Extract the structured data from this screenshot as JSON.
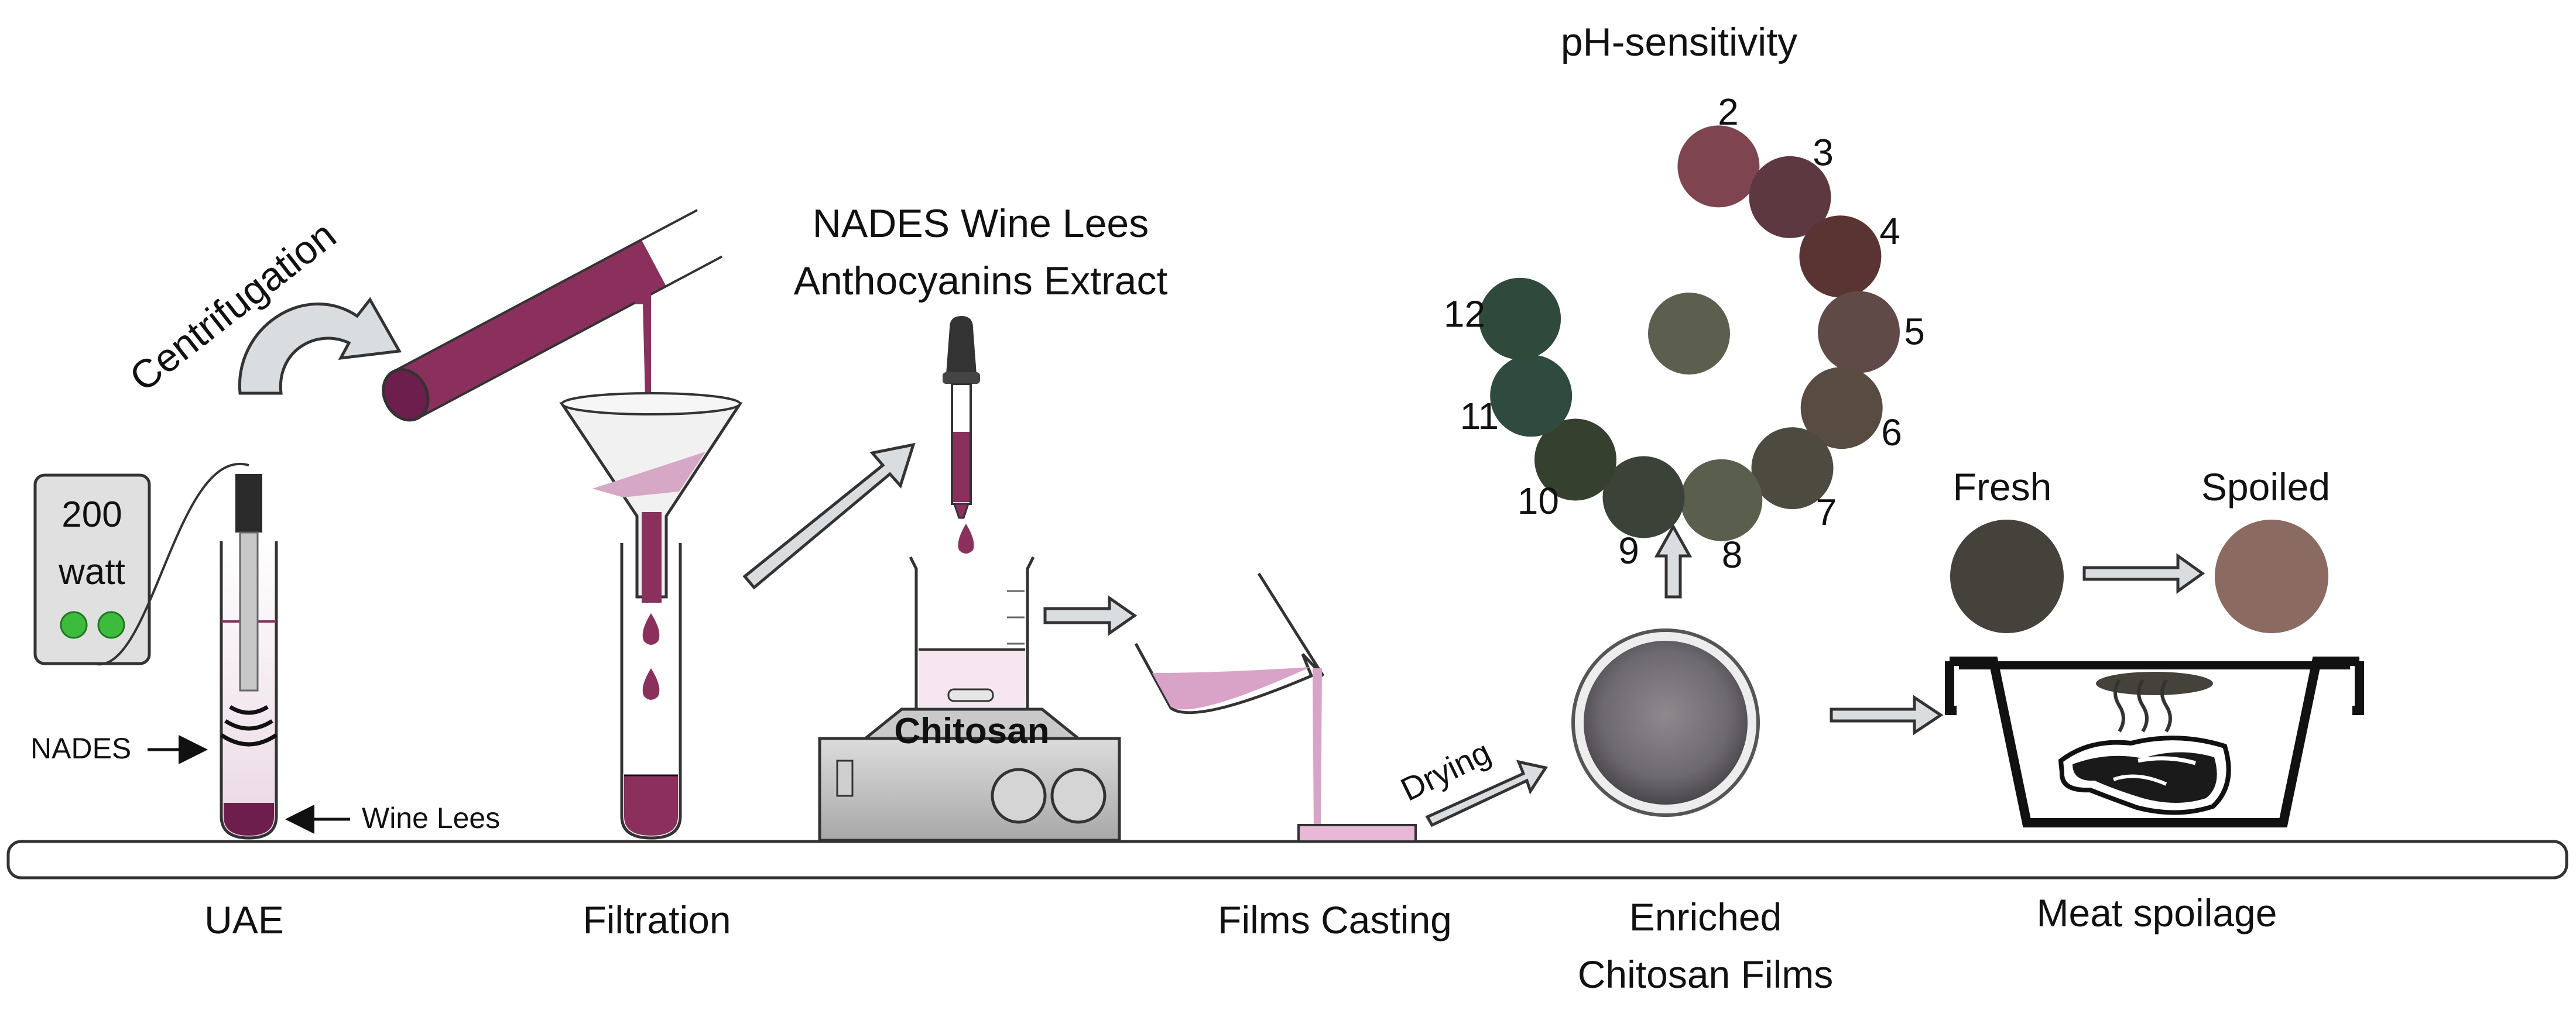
{
  "power_supply": {
    "line1": "200",
    "line2": "watt"
  },
  "labels": {
    "nades": "NADES",
    "wine_lees": "Wine Lees",
    "centrifugation": "Centrifugation",
    "extract_line1": "NADES Wine Lees",
    "extract_line2": "Anthocyanins Extract",
    "chitosan": "Chitosan",
    "drying": "Drying",
    "ph_title": "pH-sensitivity",
    "fresh": "Fresh",
    "spoiled": "Spoiled"
  },
  "steps": {
    "uae": "UAE",
    "filtration": "Filtration",
    "films_casting": "Films Casting",
    "enriched_line1": "Enriched",
    "enriched_line2": "Chitosan Films",
    "meat_spoilage": "Meat spoilage"
  },
  "ph_scale": [
    {
      "ph": "2",
      "color": "#7e4450"
    },
    {
      "ph": "3",
      "color": "#5e3840"
    },
    {
      "ph": "4",
      "color": "#5a3432"
    },
    {
      "ph": "5",
      "color": "#5f4a48"
    },
    {
      "ph": "6",
      "color": "#574b42"
    },
    {
      "ph": "7",
      "color": "#4d4b3f"
    },
    {
      "ph": "8",
      "color": "#5a5e4d"
    },
    {
      "ph": "9",
      "color": "#3b4237"
    },
    {
      "ph": "10",
      "color": "#36402f"
    },
    {
      "ph": "11",
      "color": "#2f4a3e"
    },
    {
      "ph": "12",
      "color": "#2f4a3b"
    }
  ],
  "center_color": "#5c5e4e",
  "colors": {
    "wine": "#8b2f5d",
    "wine_dark": "#6e1e4c",
    "fresh": "#45423b",
    "spoiled": "#8b6a61"
  }
}
